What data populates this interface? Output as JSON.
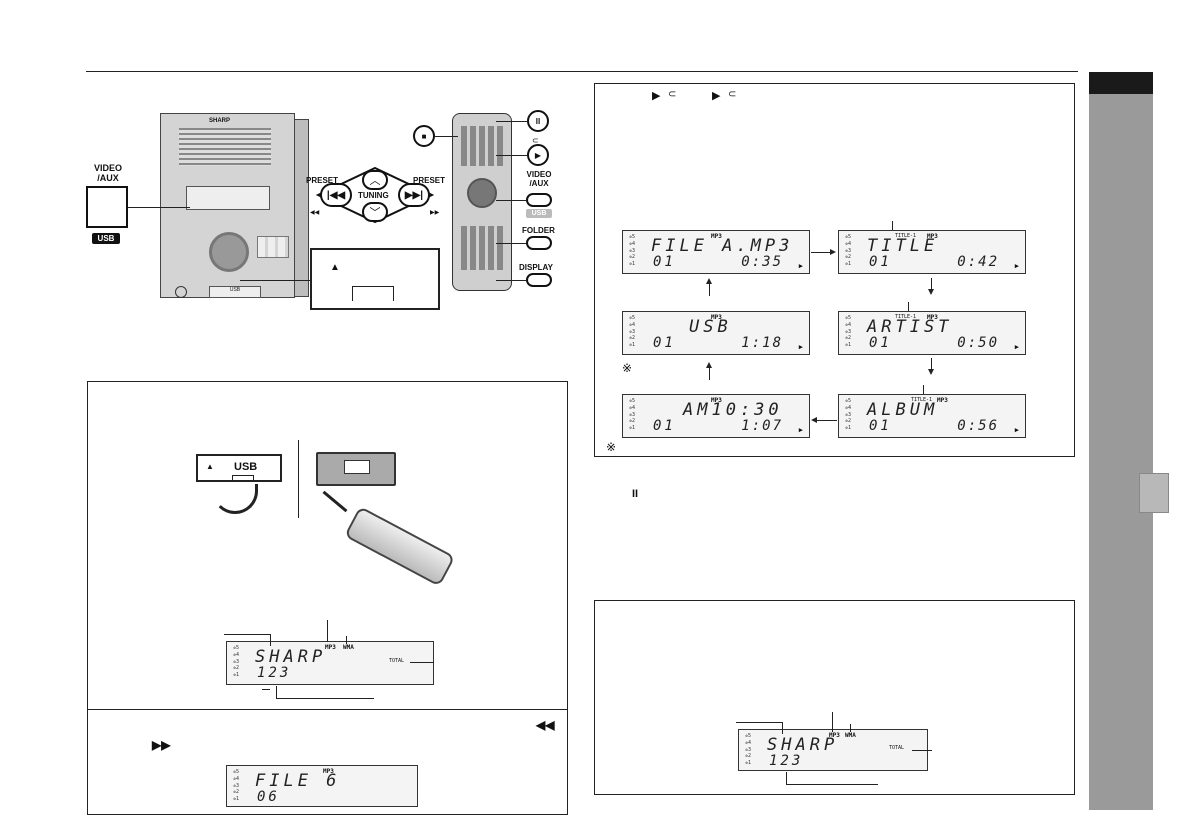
{
  "unit": {
    "brand": "SHARP",
    "usb_label": "USB",
    "video_aux_label": "VIDEO\n/AUX",
    "usb_badge": "USB"
  },
  "panel": {
    "preset_left": "PRESET",
    "preset_right": "PRESET",
    "tuning": "TUNING",
    "rew": "◀◀",
    "ff": "▶▶"
  },
  "remote": {
    "video_aux": "VIDEO\n/AUX",
    "usb": "USB",
    "folder": "FOLDER",
    "display": "DISPLAY"
  },
  "flow_box": {
    "header_symbols": [
      "▶",
      "⊂",
      "▶",
      "⊂"
    ],
    "displays": [
      {
        "line1": "FILE A.MP3",
        "line2": "01",
        "time": "0:35",
        "mp3": "MP3",
        "title_tag": ""
      },
      {
        "line1": "TITLE",
        "line2": "01",
        "time": "0:42",
        "mp3": "MP3",
        "title_tag": "TITLE-1"
      },
      {
        "line1": "USB",
        "line2": "01",
        "time": "1:18",
        "mp3": "MP3",
        "title_tag": ""
      },
      {
        "line1": "ARTIST",
        "line2": "01",
        "time": "0:50",
        "mp3": "MP3",
        "title_tag": "TITLE-1"
      },
      {
        "line1": "AM10:30",
        "line2": "01",
        "time": "1:07",
        "mp3": "MP3",
        "title_tag": ""
      },
      {
        "line1": "ALBUM",
        "line2": "01",
        "time": "0:56",
        "mp3": "MP3",
        "title_tag": "TITLE-1"
      }
    ],
    "note_mark_1": "※",
    "note_mark_2": "※"
  },
  "pause_symbol": "II",
  "usb_box": {
    "cover_label": "USB",
    "lcd": {
      "line1": "SHARP",
      "line2": "123",
      "mp3": "MP3",
      "wma": "WMA",
      "total": "TOTAL"
    }
  },
  "skip_box": {
    "prev_symbol": "◀◀",
    "next_symbol": "▶▶",
    "lcd": {
      "line1": "FILE 6",
      "line2": "06",
      "mp3": "MP3"
    }
  },
  "right_bottom_box": {
    "lcd": {
      "line1": "SHARP",
      "line2": "123",
      "mp3": "MP3",
      "wma": "WMA",
      "total": "TOTAL"
    }
  },
  "lcd_icon_rows": [
    "5",
    "4",
    "3",
    "2",
    "1"
  ]
}
